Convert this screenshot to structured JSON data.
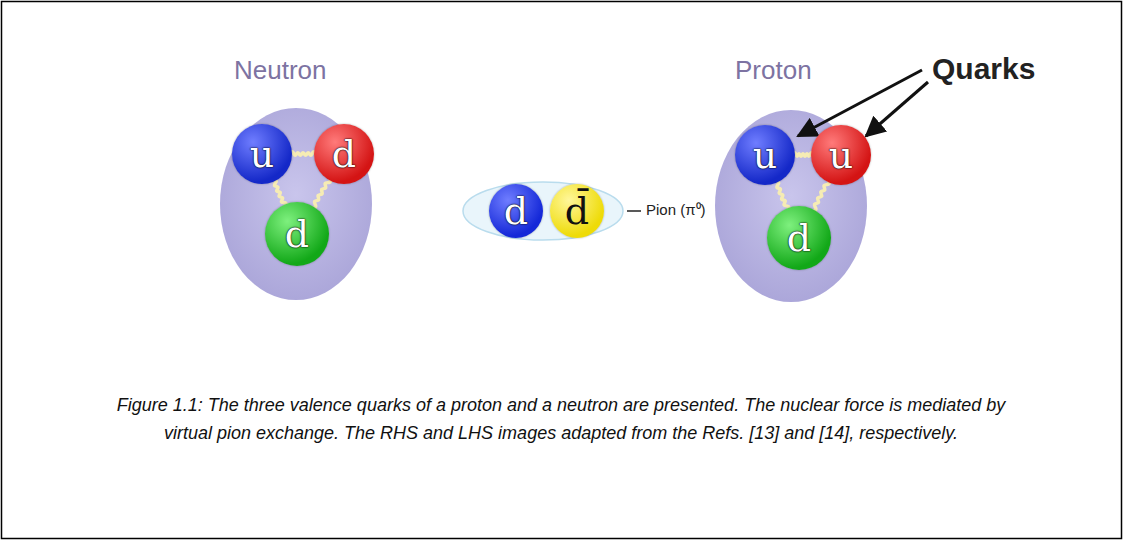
{
  "diagram": {
    "caption": "Figure 1.1: The three valence quarks of a proton and a neutron are presented. The nuclear force is mediated by virtual pion exchange. The RHS and LHS images adapted from the Refs. [13] and [14], respectively.",
    "nodes": [
      {
        "text": [
          "Neutron"
        ]
      },
      {
        "text": [
          "u"
        ],
        "in": 0
      },
      {
        "text": [
          "d"
        ],
        "in": 0
      },
      {
        "text": [
          "d"
        ],
        "in": 0
      },
      {
        "text": [
          "Pion (π⁰)"
        ]
      },
      {
        "text": [
          "d"
        ],
        "in": 4
      },
      {
        "text": [
          "d̄"
        ],
        "in": 4
      },
      {
        "text": [
          "Proton"
        ]
      },
      {
        "text": [
          "u"
        ],
        "in": 7
      },
      {
        "text": [
          "u"
        ],
        "in": 7
      },
      {
        "text": [
          "d"
        ],
        "in": 7
      }
    ],
    "edges": [
      {
        "from": 1,
        "to": 2,
        "arrow": "none"
      },
      {
        "from": 1,
        "to": 3,
        "arrow": "none"
      },
      {
        "from": 2,
        "to": 3,
        "arrow": "none"
      },
      {
        "from": 8,
        "to": 9,
        "arrow": "none"
      },
      {
        "from": 8,
        "to": 10,
        "arrow": "none"
      },
      {
        "from": 9,
        "to": 10,
        "arrow": "none"
      }
    ],
    "labels": [
      "Quarks"
    ]
  }
}
